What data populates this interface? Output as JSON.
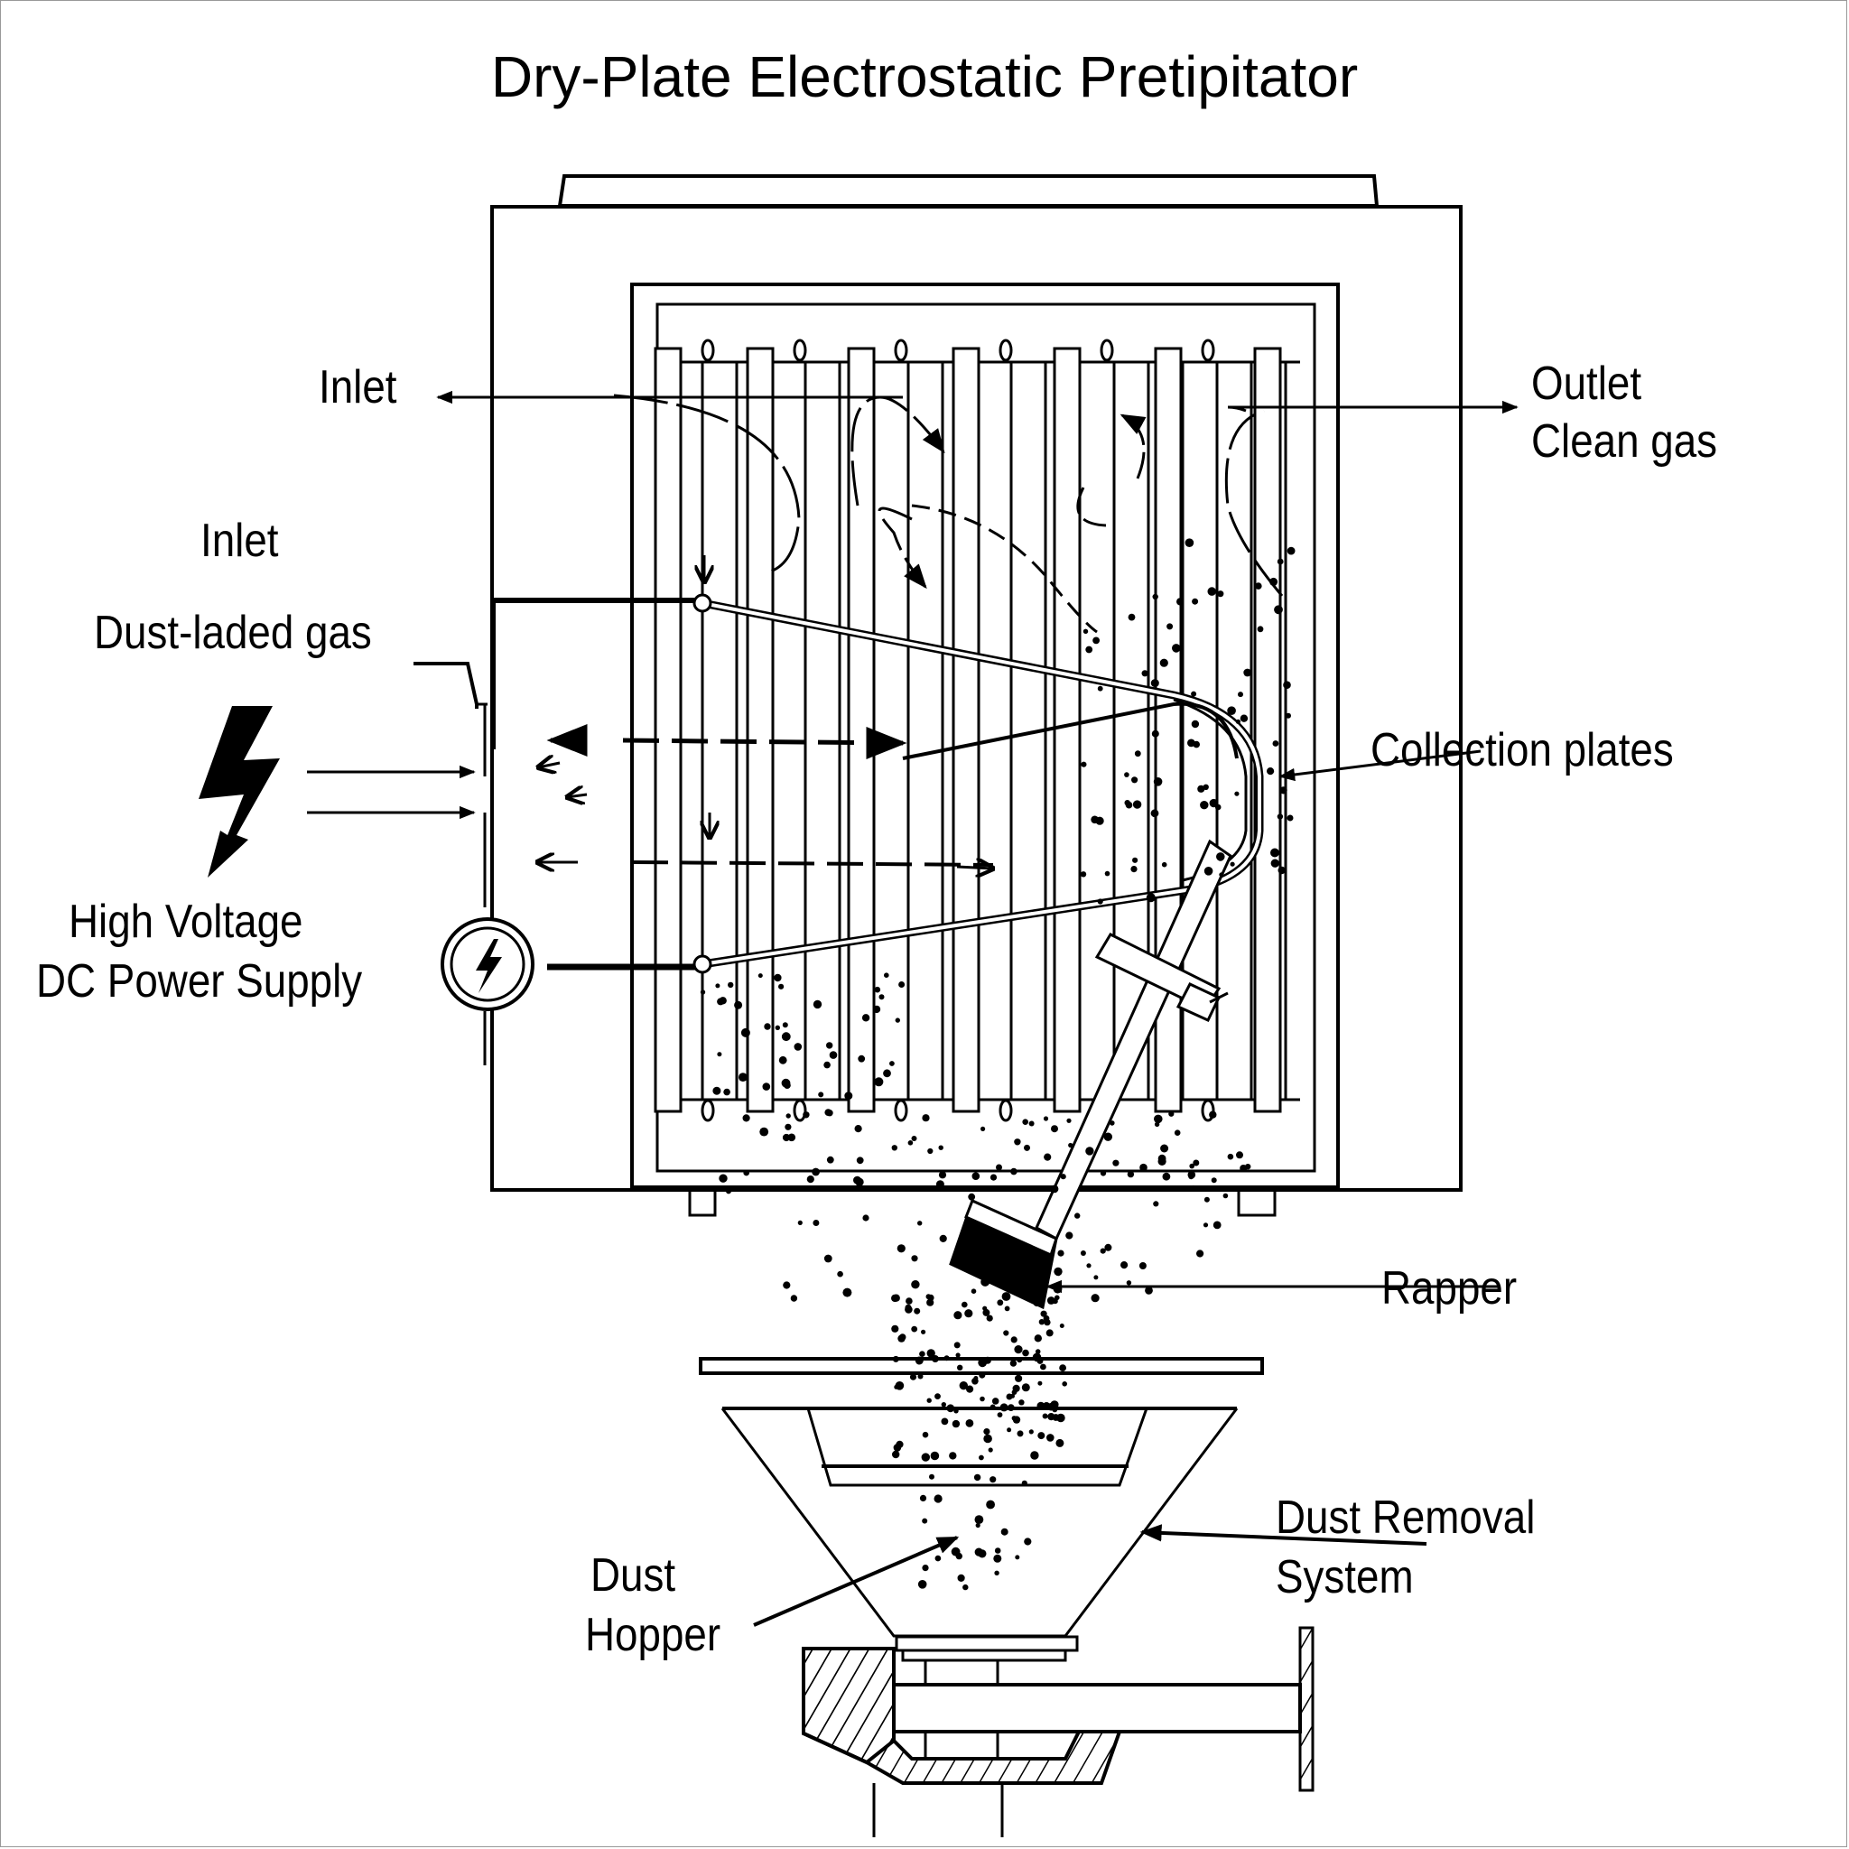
{
  "title": "Dry-Plate Electrostatic Pretipitator",
  "labels": {
    "inlet_top": "Inlet",
    "inlet_left": "Inlet",
    "dust_laden_gas": "Dust-laded gas",
    "power_supply_line1": "High Voltage",
    "power_supply_line2": "DC Power Supply",
    "outlet_line1": "Outlet",
    "outlet_line2": "Clean gas",
    "collection_plates": "Collection plates",
    "rapper": "Rapper",
    "dust_removal_line1": "Dust Removal",
    "dust_removal_line2": "System",
    "dust_hopper_line1": "Dust",
    "dust_hopper_line2": "Hopper"
  },
  "icons": {
    "lightning": "lightning-bolt-icon",
    "power_supply": "power-supply-symbol-icon"
  },
  "colors": {
    "ink": "#000000",
    "background": "#ffffff"
  }
}
